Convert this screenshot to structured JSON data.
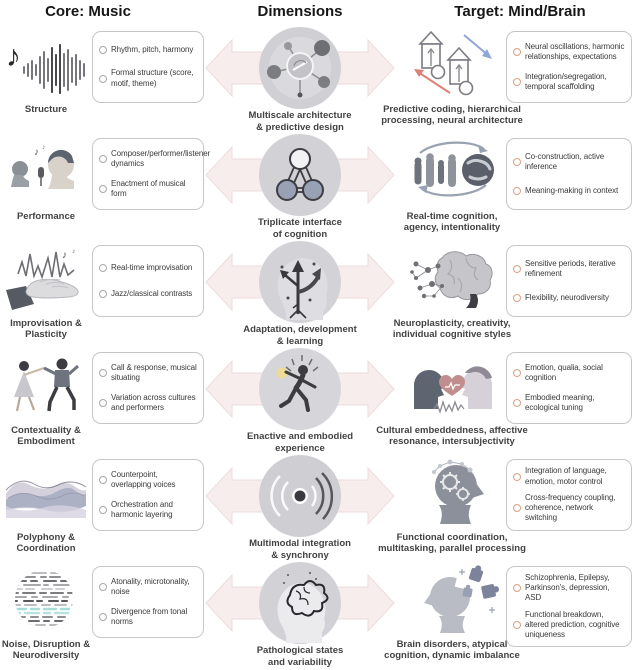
{
  "headers": {
    "left": "Core: Music",
    "center": "Dimensions",
    "right": "Target: Mind/Brain"
  },
  "colors": {
    "arrow_fill": "#f8eded",
    "arrow_border": "#ecdcdc",
    "dimension_circle": "#d2d2d6",
    "left_bullet": "#a9a9ae",
    "right_bullet": "#d9a184",
    "box_border": "#c6c6c6",
    "accent_blue": "#8ea6da",
    "accent_red": "#dd8277",
    "accent_teal": "#a8dcd9",
    "accent_yellow": "#eedc96"
  },
  "rows": [
    {
      "left_icon": "music-waveform-icon",
      "left_label": "Structure",
      "left_box": [
        "Rhythm, pitch, harmony",
        "Formal structure (score, motif, theme)"
      ],
      "center_icon": "multiscale-network-icon",
      "center_label": "Multiscale architecture\n& predictive design",
      "right_icon": "predictive-shapes-icon",
      "right_label": "Predictive coding, hierarchical\nprocessing, neural architecture",
      "right_box": [
        "Neural oscillations, harmonic relationships, expectations",
        "Integration/segregation, temporal scaffolding"
      ]
    },
    {
      "left_icon": "singing-performers-icon",
      "left_label": "Performance",
      "left_box": [
        "Composer/performer/listener dynamics",
        "Enactment of musical form"
      ],
      "center_icon": "triplicate-nodes-icon",
      "center_label": "Triplicate interface\nof cognition",
      "right_icon": "people-globe-cycle-icon",
      "right_label": "Real-time cognition,\nagency, intentionality",
      "right_box": [
        "Co-construction, active inference",
        "Meaning-making in context"
      ]
    },
    {
      "left_icon": "hand-waveform-icon",
      "left_label": "Improvisation &\nPlasticity",
      "left_box": [
        "Real-time improvisation",
        "Jazz/classical contrasts"
      ],
      "center_icon": "head-tree-growth-icon",
      "center_label": "Adaptation, development\n& learning",
      "right_icon": "brain-network-icon",
      "right_label": "Neuroplasticity, creativity,\nindividual cognitive styles",
      "right_box": [
        "Sensitive periods, iterative refinement",
        "Flexibility, neurodiversity"
      ]
    },
    {
      "left_icon": "dancing-couple-icon",
      "left_label": "Contextuality &\nEmbodiment",
      "left_box": [
        "Call & response, musical situating",
        "Variation across cultures and performers"
      ],
      "center_icon": "enactive-dancer-icon",
      "center_label": "Enactive and embodied\nexperience",
      "right_icon": "faces-heart-resonance-icon",
      "right_label": "Cultural embeddedness, affective\nresonance, intersubjectivity",
      "right_box": [
        "Emotion, qualia, social cognition",
        "Embodied meaning, ecological tuning"
      ]
    },
    {
      "left_icon": "wave-layers-icon",
      "left_label": "Polyphony &\nCoordination",
      "left_box": [
        "Counterpoint, overlapping voices",
        "Orchestration and harmonic layering"
      ],
      "center_icon": "sound-radiation-icon",
      "center_label": "Multimodal integration\n& synchrony",
      "right_icon": "head-gears-icon",
      "right_label": "Functional coordination,\nmultitasking, parallel processing",
      "right_box": [
        "Integration of language, emotion, motor control",
        "Cross-frequency coupling, coherence, network switching"
      ]
    },
    {
      "left_icon": "noise-circle-icon",
      "left_label": "Noise, Disruption &\nNeurodiversity",
      "left_box": [
        "Atonality, microtonality, noise",
        "Divergence from tonal norms"
      ],
      "center_icon": "scribble-head-icon",
      "center_label": "Pathological states\nand variability",
      "right_icon": "puzzle-head-icon",
      "right_label": "Brain disorders, atypical\ncognition, dynamic imbalance",
      "right_box": [
        "Schizophrenia, Epilepsy, Parkinson's, depression, ASD",
        "Functional breakdown, altered prediction, cognitive uniqueness"
      ]
    }
  ]
}
